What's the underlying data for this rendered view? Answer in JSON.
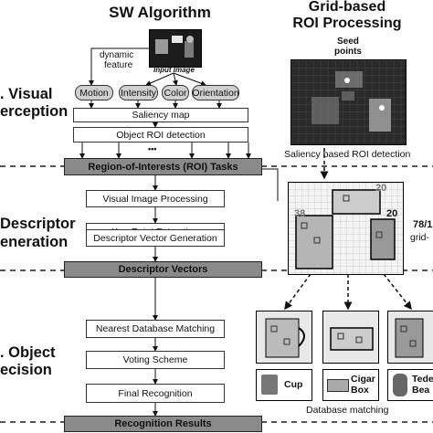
{
  "header": {
    "sw_title": "SW Algorithm",
    "grid_title_line1": "Grid-based",
    "grid_title_line2": "ROI Processing"
  },
  "stages": {
    "visual_l1": ". Visual",
    "visual_l2": "erception",
    "descriptor_l1": "Descriptor",
    "descriptor_l2": "eneration",
    "decision_l1": ". Object",
    "decision_l2": "ecision"
  },
  "perception": {
    "dynamic_feature_l1": "dynamic",
    "dynamic_feature_l2": "feature",
    "input_image": "Input Image",
    "features": [
      "Motion",
      "Intensity",
      "Color",
      "Orientation"
    ],
    "saliency_map": "Saliency map",
    "object_roi": "Object ROI detection",
    "ellipsis": "•••"
  },
  "bars": {
    "roi_tasks": "Region-of-Interests (ROI) Tasks",
    "descriptor_vectors": "Descriptor Vectors",
    "recognition_results": "Recognition Results"
  },
  "descriptor": {
    "steps": [
      "Visual Image Processing",
      "Key-Point Extraction",
      "Descriptor Vector Generation"
    ]
  },
  "decision": {
    "steps": [
      "Nearest Database Matching",
      "Voting Scheme",
      "Final Recognition"
    ]
  },
  "grid_panel": {
    "seed_l1": "Seed",
    "seed_l2": "points",
    "caption": "Saliency based ROI detection"
  },
  "roi_image": {
    "count_top": "20",
    "count_left": "38",
    "count_right": "20",
    "side_l1": "78/1",
    "side_l2": "grid-"
  },
  "database": {
    "items": [
      "Cup",
      "Cigar Box",
      "Tede Bea"
    ],
    "caption": "Database matching"
  }
}
